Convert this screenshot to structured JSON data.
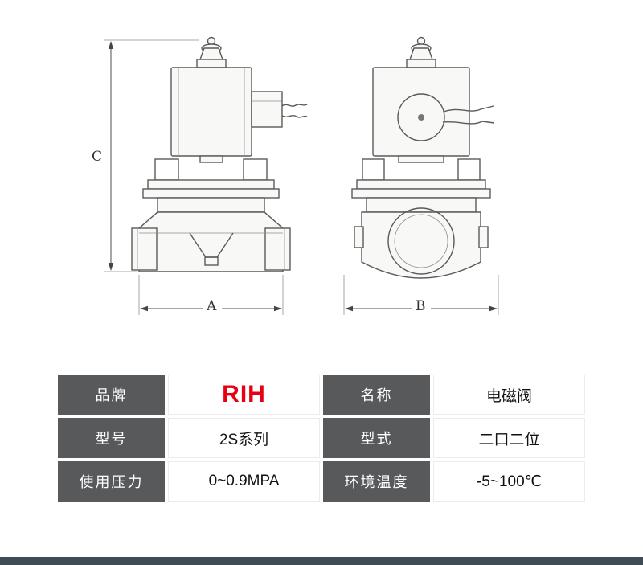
{
  "page": {
    "background": "#ffffff",
    "footer_color": "#3f4c55"
  },
  "diagram": {
    "line_color": "#5a5a5a",
    "labels": {
      "height": "C",
      "width_front": "A",
      "width_side": "B"
    },
    "views": [
      "valve-front-view",
      "valve-side-view"
    ],
    "icons": [
      "solenoid-coil",
      "connector-wires-icon",
      "knurled-nut",
      "port-circle"
    ]
  },
  "spec_table": {
    "header_bg": "#58595b",
    "header_text_color": "#ffffff",
    "brand_color": "#e60012",
    "rows": [
      {
        "label_left": "品牌",
        "value_left": "RIH",
        "label_right": "名称",
        "value_right": "电磁阀"
      },
      {
        "label_left": "型号",
        "value_left": "2S系列",
        "label_right": "型式",
        "value_right": "二口二位"
      },
      {
        "label_left": "使用压力",
        "value_left": "0~0.9MPA",
        "label_right": "环境温度",
        "value_right": "-5~100℃"
      }
    ]
  }
}
